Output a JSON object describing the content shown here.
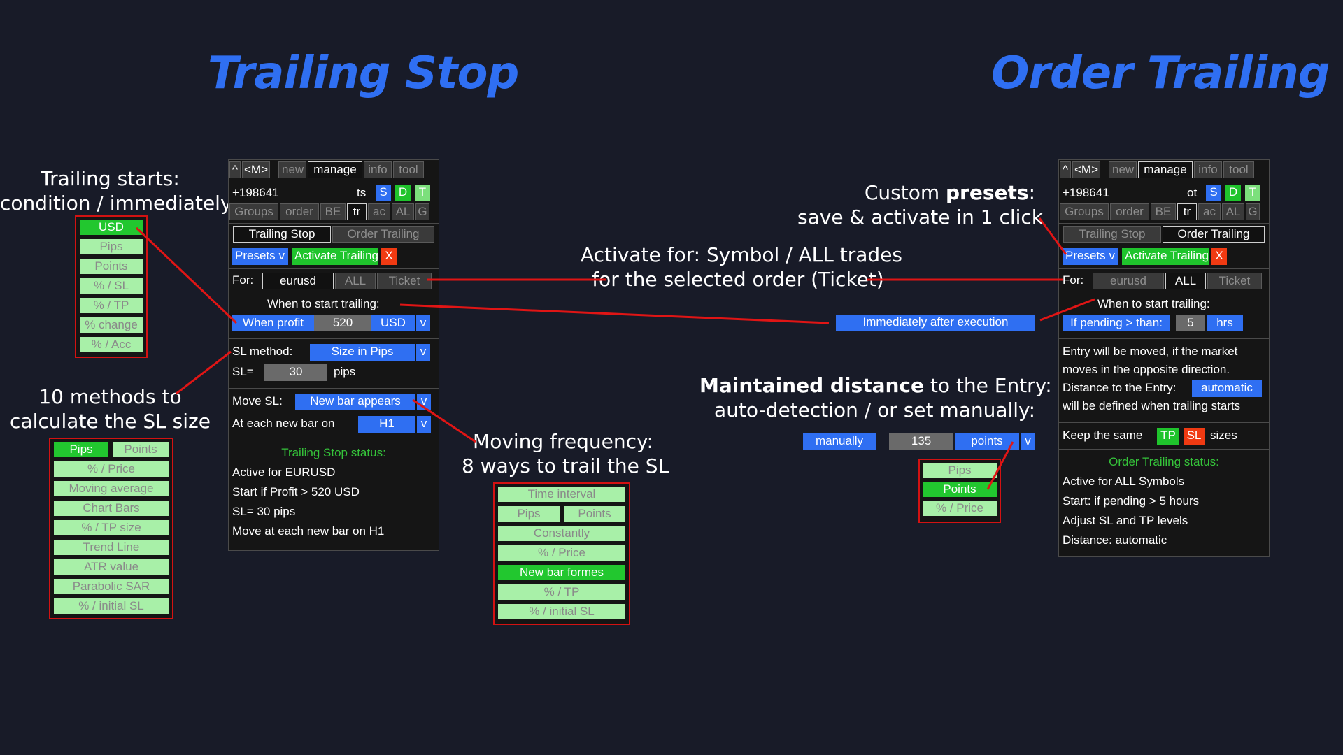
{
  "titles": {
    "left": "Trailing Stop",
    "right": "Order Trailing"
  },
  "annotations": {
    "trailing_starts_1": "Trailing starts:",
    "trailing_starts_2": "condition / immediately",
    "methods_1": "10 methods to",
    "methods_2": "calculate the SL size",
    "moving_1": "Moving frequency:",
    "moving_2": "8 ways to trail the SL",
    "activate_1": "Activate for: Symbol / ALL trades",
    "activate_2": "for the selected order (Ticket)",
    "presets_1a": "Custom ",
    "presets_1b": "presets",
    "presets_1c": ":",
    "presets_2": "save & activate in 1 click",
    "distance_1a": "Maintained distance",
    "distance_1b": " to the Entry:",
    "distance_2": "auto-detection / or set manually:"
  },
  "start_legend": [
    "USD",
    "Pips",
    "Points",
    "% / SL",
    "% / TP",
    "% change",
    "% / Acc"
  ],
  "sl_methods": {
    "first_row": [
      "Pips",
      "Points"
    ],
    "items": [
      "% / Price",
      "Moving average",
      "Chart Bars",
      "% / TP size",
      "Trend Line",
      "ATR value",
      "Parabolic SAR",
      "% / initial SL"
    ]
  },
  "move_methods": {
    "first": "Time interval",
    "pair": [
      "Pips",
      "Points"
    ],
    "items": [
      "Constantly",
      "% / Price",
      "New bar formes",
      "% / TP",
      "% / initial SL"
    ]
  },
  "distance_units": [
    "Pips",
    "Points",
    "% / Price"
  ],
  "immediate_button": "Immediately after execution",
  "manual_row": {
    "mode": "manually",
    "value": "135",
    "unit": "points",
    "arrow": "v"
  },
  "panel_left": {
    "top_tabs": [
      "^",
      "<M>",
      "new",
      "manage",
      "info",
      "tool"
    ],
    "account": "+198641",
    "mode_code": "ts",
    "btn_s": "S",
    "btn_d": "D",
    "btn_t": "T",
    "sub_tabs": [
      "Groups",
      "order",
      "BE",
      "tr",
      "ac",
      "AL",
      "G"
    ],
    "type_tabs": [
      "Trailing Stop",
      "Order Trailing"
    ],
    "presets": "Presets",
    "presets_arrow": "v",
    "activate": "Activate Trailing",
    "close": "X",
    "for_label": "For:",
    "for_options": [
      "eurusd",
      "ALL",
      "Ticket"
    ],
    "when_label": "When to start trailing:",
    "when_mode": "When profit",
    "when_value": "520",
    "when_unit": "USD",
    "when_arrow": "v",
    "sl_method_label": "SL method:",
    "sl_method_value": "Size in Pips",
    "sl_method_arrow": "v",
    "sl_label": "SL=",
    "sl_value": "30",
    "sl_unit": "pips",
    "move_label": "Move SL:",
    "move_value": "New bar appears",
    "move_arrow": "v",
    "each_label": "At each new bar on",
    "each_value": "H1",
    "each_arrow": "v",
    "status_title": "Trailing Stop status:",
    "status_lines": [
      "Active for EURUSD",
      "Start if Profit > 520 USD",
      "SL= 30 pips",
      "Move at each new bar on H1"
    ]
  },
  "panel_right": {
    "top_tabs": [
      "^",
      "<M>",
      "new",
      "manage",
      "info",
      "tool"
    ],
    "account": "+198641",
    "mode_code": "ot",
    "btn_s": "S",
    "btn_d": "D",
    "btn_t": "T",
    "sub_tabs": [
      "Groups",
      "order",
      "BE",
      "tr",
      "ac",
      "AL",
      "G"
    ],
    "type_tabs": [
      "Trailing Stop",
      "Order Trailing"
    ],
    "presets": "Presets",
    "presets_arrow": "v",
    "activate": "Activate Trailing",
    "close": "X",
    "for_label": "For:",
    "for_options": [
      "eurusd",
      "ALL",
      "Ticket"
    ],
    "when_label": "When to start trailing:",
    "when_mode": "If pending > than:",
    "when_value": "5",
    "when_unit": "hrs",
    "entry_1": "Entry will be moved, if the market",
    "entry_2": "moves in the opposite direction.",
    "distance_label": "Distance to the Entry:",
    "distance_value": "automatic",
    "defined": "will be defined when trailing starts",
    "keep_label": "Keep the same",
    "keep_tp": "TP",
    "keep_sl": "SL",
    "keep_sizes": "sizes",
    "status_title": "Order Trailing status:",
    "status_lines": [
      "Active for ALL Symbols",
      "Start: if pending > 5 hours",
      "Adjust SL and TP levels",
      "Distance: automatic"
    ]
  }
}
